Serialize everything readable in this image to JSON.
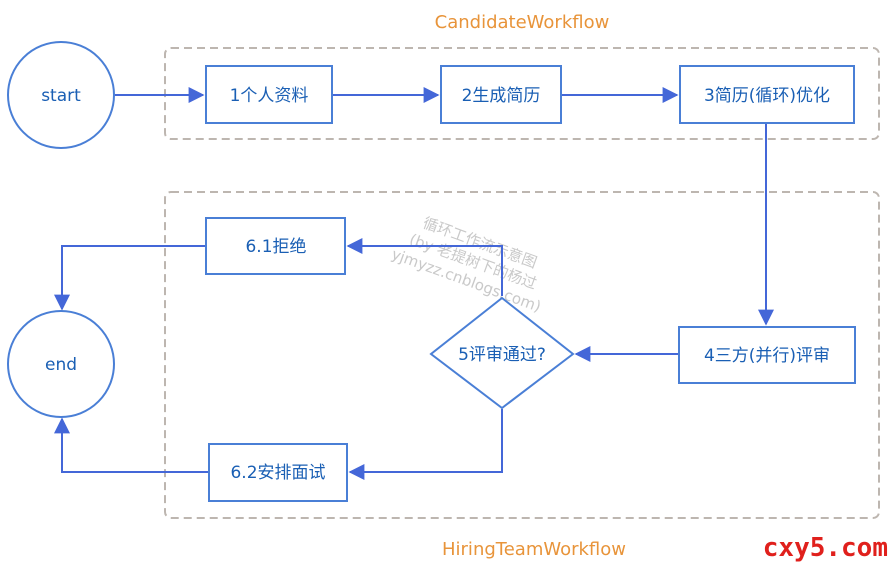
{
  "groups": {
    "candidate": "CandidateWorkflow",
    "hiring": "HiringTeamWorkflow"
  },
  "nodes": {
    "start": "start",
    "end": "end",
    "profile": "1个人资料",
    "generate": "2生成简历",
    "optimize": "3简历(循环)优化",
    "review": "4三方(并行)评审",
    "decision": "5评审通过?",
    "reject": "6.1拒绝",
    "interview": "6.2安排面试"
  },
  "watermark": {
    "line1": "循环工作流示意图",
    "line2": "(by 老提树下的杨过",
    "line3": "yjmyzz.cnblogs.com)"
  },
  "brand": "cxy5.com",
  "colors": {
    "node_border": "#4a7fd6",
    "text": "#1a5fb4",
    "arrow": "#4467d8",
    "group_border": "#bdb6b0",
    "group_label": "#e8943a",
    "brand": "#e0201c"
  }
}
